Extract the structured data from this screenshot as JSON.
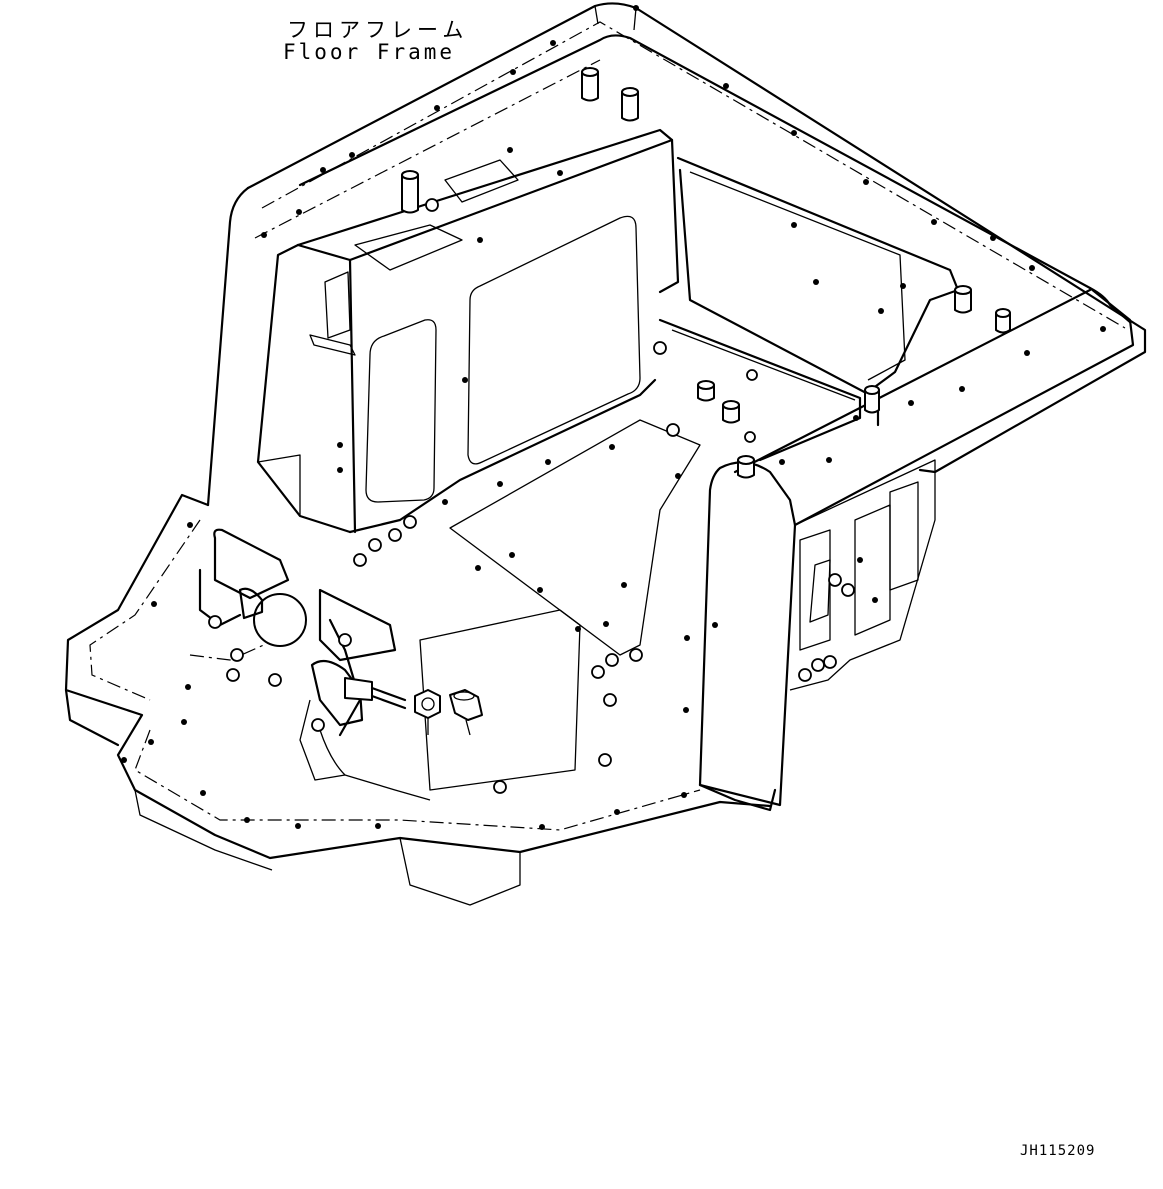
{
  "title": {
    "japanese": "フロアフレーム",
    "english": "Floor Frame"
  },
  "drawing_code": "JH115209"
}
